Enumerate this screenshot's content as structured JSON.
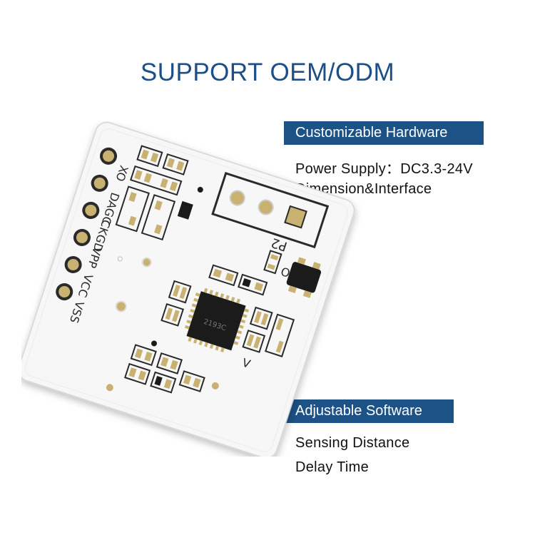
{
  "header": {
    "title": "SUPPORT OEM/ODM"
  },
  "hardware": {
    "label": "Customizable Hardware",
    "items": [
      "Power Supply：DC3.3-24V",
      "Dimension&Interface"
    ]
  },
  "software": {
    "label": "Adjustable Software",
    "items": [
      "Sensing Distance",
      "Delay Time"
    ]
  },
  "board": {
    "connector_label": "P2",
    "pins": [
      "VSS",
      "VCC",
      "VPP",
      "CKGD",
      "DAGC",
      "XO"
    ],
    "chip_marking": "2193C",
    "silk_o": "O",
    "silk_v": "V",
    "colors": {
      "pcb": "#f7f7f7",
      "pad": "#c9b271",
      "component": "#1b1b1b"
    }
  }
}
